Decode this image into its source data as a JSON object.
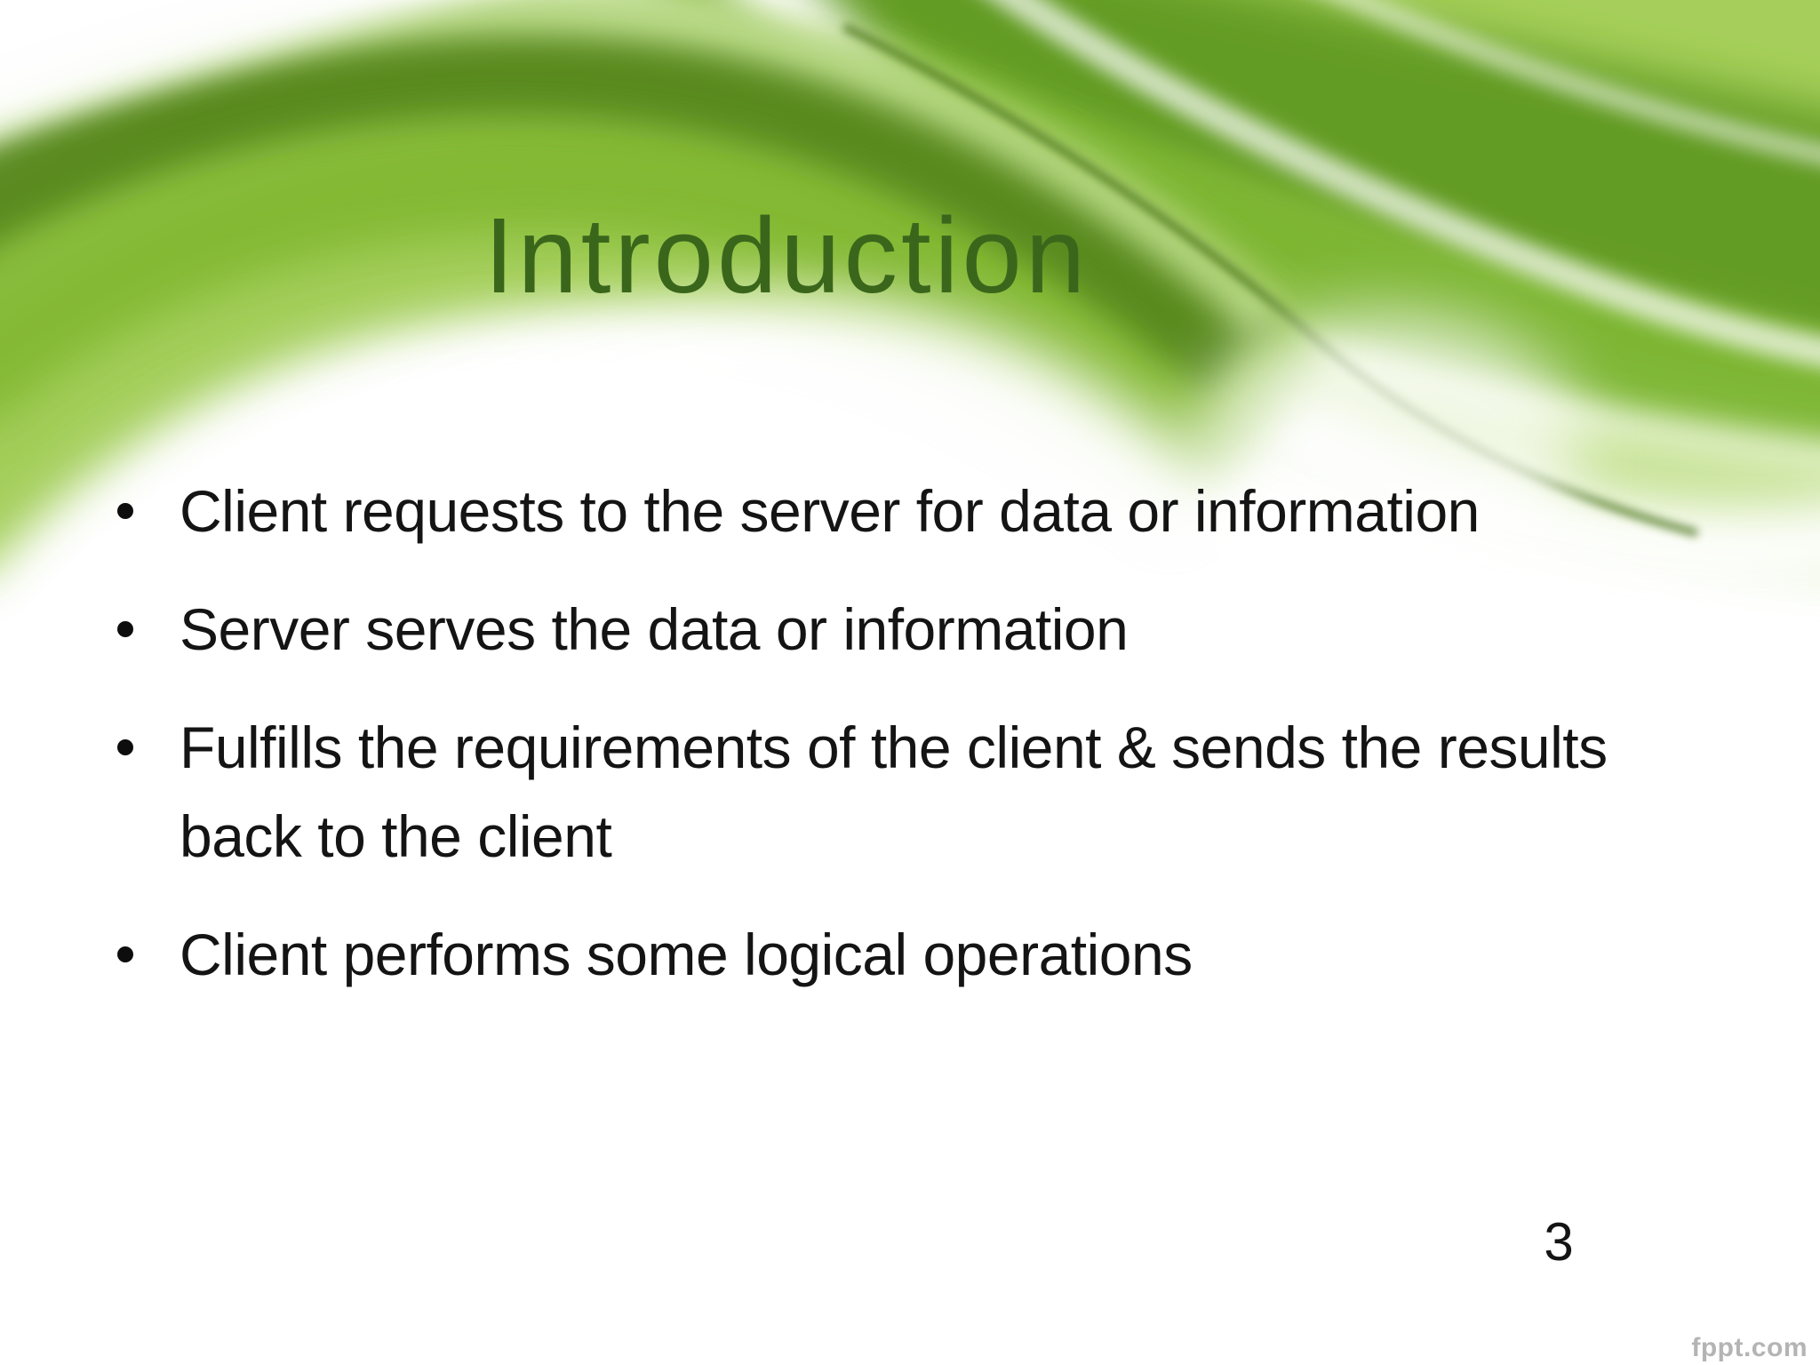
{
  "slide": {
    "title": "Introduction",
    "bullets": [
      "Client requests to the server for data or information",
      "Server serves the data or information",
      "Fulfills the requirements of the client & sends the results back to the client",
      "Client performs some logical operations"
    ],
    "page_number": "3",
    "watermark": "fppt.com"
  },
  "theme": {
    "title_color": "#3a661c",
    "body_text_color": "#141414",
    "bullet_dot_color": "#0d0d0d",
    "watermark_color": "#b4b4b4",
    "swoosh_green_dark": "#55851c",
    "swoosh_green_mid": "#82b832",
    "swoosh_green_light": "#9cca4e",
    "swoosh_green_pale": "#c3e290",
    "background_color": "#ffffff"
  }
}
